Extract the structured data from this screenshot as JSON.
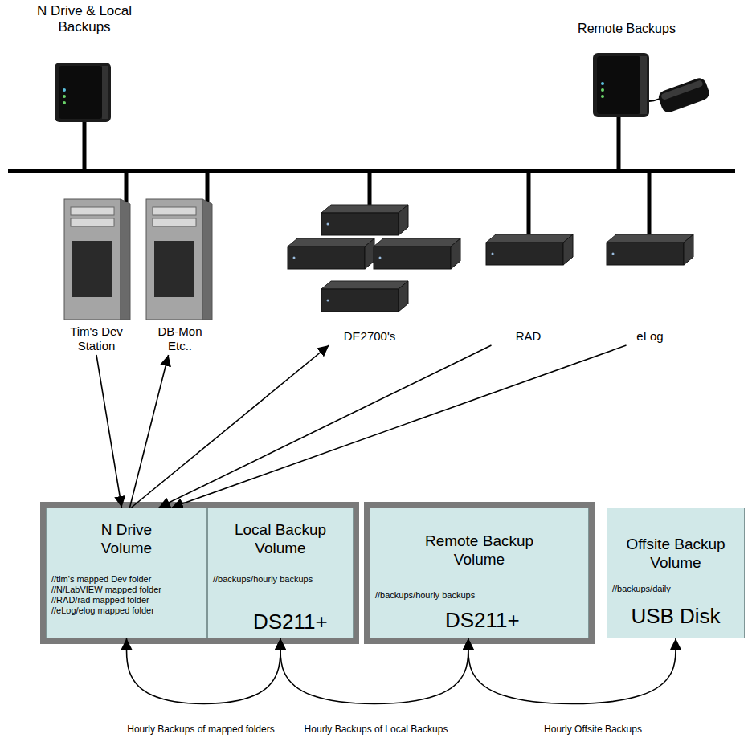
{
  "diagram": {
    "nodes": [
      {
        "text": [
          "N Drive & Local Backups"
        ]
      },
      {
        "text": [
          "Remote Backups"
        ]
      },
      {
        "text": [
          "Tim's Dev Station"
        ]
      },
      {
        "text": [
          "DB-Mon Etc.."
        ]
      },
      {
        "text": [
          "DE2700's"
        ]
      },
      {
        "text": [
          "RAD"
        ]
      },
      {
        "text": [
          "eLog"
        ]
      },
      {
        "text": [
          "DS211+"
        ]
      },
      {
        "text": [
          "N Drive Volume",
          "//tim's mapped Dev folder",
          "//N/LabVIEW mapped folder",
          "//RAD/rad mapped folder",
          "//eLog/elog mapped folder"
        ],
        "in": 7
      },
      {
        "text": [
          "Local Backup Volume",
          "//backups/hourly backups"
        ],
        "in": 7
      },
      {
        "text": [
          "DS211+"
        ]
      },
      {
        "text": [
          "Remote Backup Volume",
          "//backups/hourly backups"
        ],
        "in": 10
      },
      {
        "text": [
          "Offsite Backup Volume",
          "//backups/daily",
          "USB Disk"
        ]
      }
    ],
    "edges": [
      {
        "from": 2,
        "to": 8,
        "arrow": "to"
      },
      {
        "from": 8,
        "to": 3,
        "arrow": "to"
      },
      {
        "from": 8,
        "to": 4,
        "arrow": "to"
      },
      {
        "from": 5,
        "to": 8,
        "arrow": "to"
      },
      {
        "from": 6,
        "to": 8,
        "arrow": "to"
      },
      {
        "from": 8,
        "to": 9,
        "label": "Hourly Backups of mapped folders",
        "arrow": "both"
      },
      {
        "from": 9,
        "to": 11,
        "label": "Hourly Backups of Local Backups",
        "arrow": "both"
      },
      {
        "from": 11,
        "to": 12,
        "label": "Hourly Offsite Backups",
        "arrow": "both"
      }
    ]
  }
}
